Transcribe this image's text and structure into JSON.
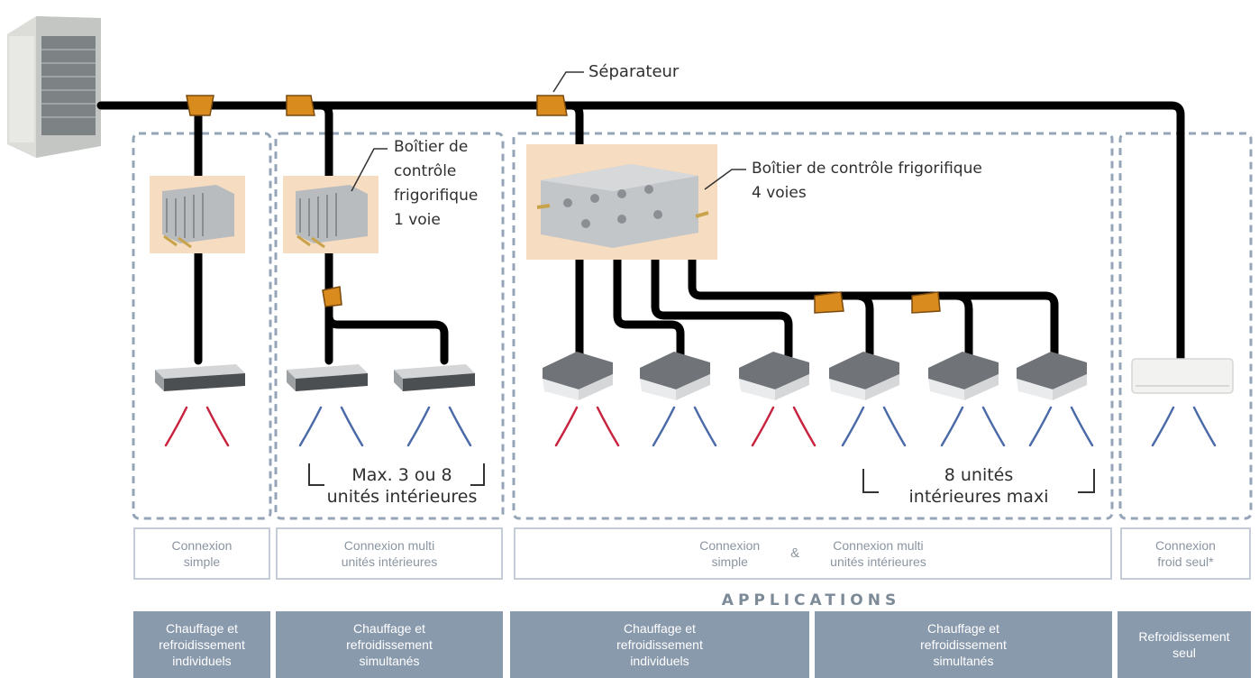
{
  "annotations": {
    "separator": "Séparateur",
    "box_1way": "Boîtier de\ncontrôle\nfrigorifique\n1 voie",
    "box_4way": "Boîtier de contrôle frigorifique\n4 voies",
    "max_units": "Max. 3 ou 8\nunités intérieures",
    "units_8": "8 unités\nintérieures maxi"
  },
  "connections": {
    "c1": "Connexion\nsimple",
    "c2": "Connexion multi\nunités intérieures",
    "c3a": "Connexion\nsimple",
    "c3amp": "&",
    "c3b": "Connexion multi\nunités intérieures",
    "c4": "Connexion\nfroid seul*"
  },
  "applications": {
    "title": "APPLICATIONS",
    "a1": "Chauffage et\nrefroidissement\nindividuels",
    "a2": "Chauffage et\nrefroidissement\nsimultanés",
    "a3": "Chauffage et\nrefroidissement\nindividuels",
    "a4": "Chauffage et\nrefroidissement\nsimultanés",
    "a5": "Refroidissement\nseul"
  },
  "colors": {
    "pipe": "#000000",
    "separator": "#d98b1e",
    "box_bg": "#f6dcc0",
    "heat": "#c8243f",
    "cool": "#4a6aa8",
    "dashed": "#95a5b7",
    "app_bg": "#8a9aad"
  }
}
